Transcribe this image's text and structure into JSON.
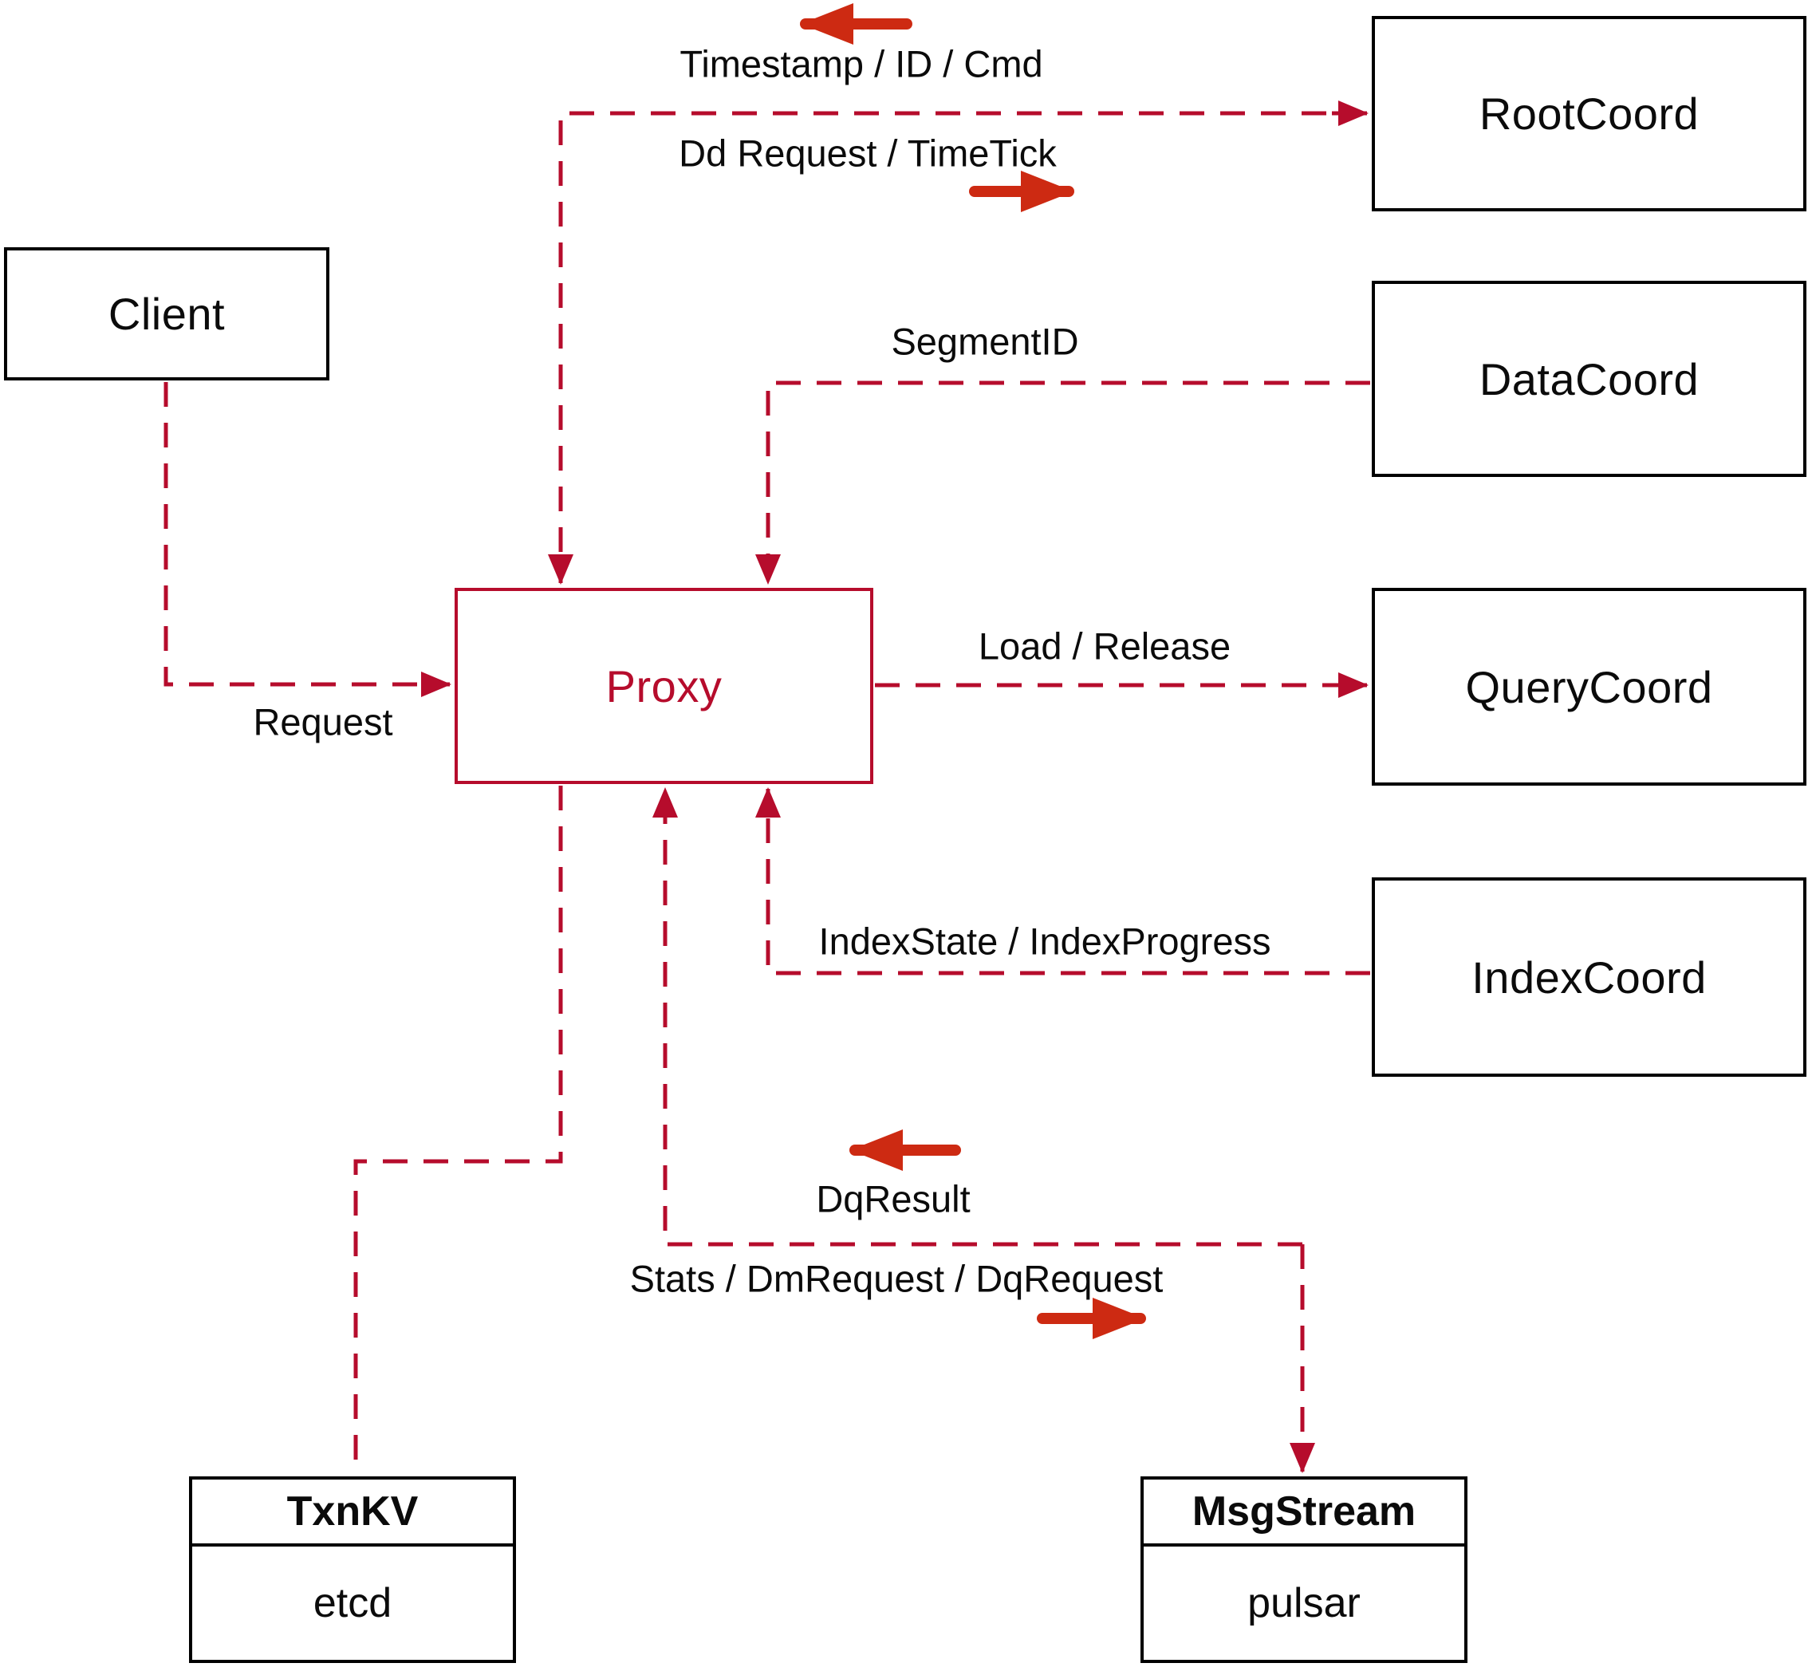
{
  "diagram": {
    "nodes": {
      "client": {
        "label": "Client"
      },
      "root_coord": {
        "label": "RootCoord"
      },
      "data_coord": {
        "label": "DataCoord"
      },
      "query_coord": {
        "label": "QueryCoord"
      },
      "index_coord": {
        "label": "IndexCoord"
      },
      "proxy": {
        "label": "Proxy"
      },
      "txn_kv": {
        "title": "TxnKV",
        "body": "etcd"
      },
      "msg_stream": {
        "title": "MsgStream",
        "body": "pulsar"
      }
    },
    "edge_labels": {
      "timestamp": "Timestamp / ID / Cmd",
      "dd_request": "Dd Request / TimeTick",
      "segment_id": "SegmentID",
      "load_release": "Load / Release",
      "request": "Request",
      "index_state": "IndexState / IndexProgress",
      "dq_result": "DqResult",
      "stats": "Stats / DmRequest / DqRequest"
    },
    "colors": {
      "line_red": "#b60c2c",
      "arrow_red": "#cd2a12",
      "box_black": "#000000"
    }
  }
}
